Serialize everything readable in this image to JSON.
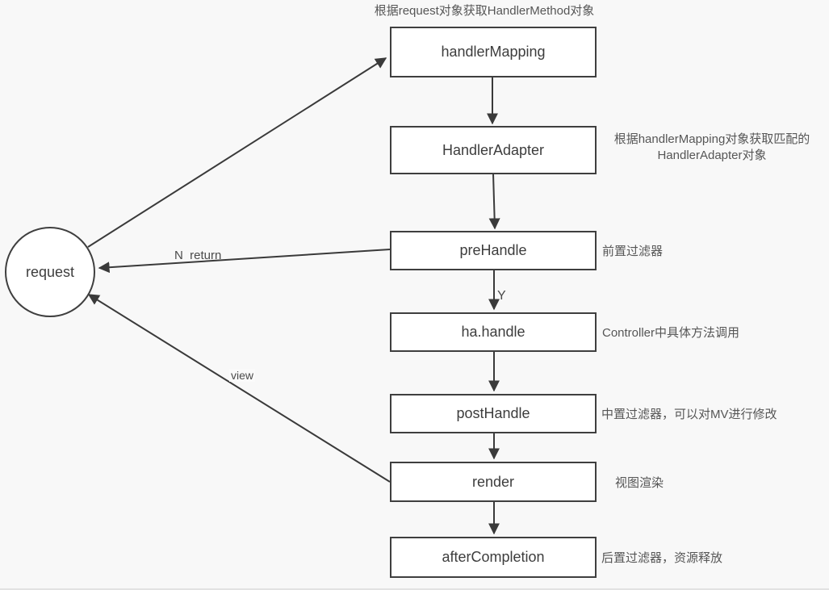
{
  "canvas": {
    "background": "#f8f8f8",
    "line_color": "#3a3a3a",
    "box_border_color": "#3f3f3f",
    "box_fill_color": "#ffffff",
    "box_text_color": "#3d3d3d",
    "annotation_text_color": "#565656"
  },
  "request_node": {
    "label": "request"
  },
  "nodes": [
    {
      "id": "handlerMapping",
      "label": "handlerMapping",
      "annotation": "根据request对象获取HandlerMethod对象"
    },
    {
      "id": "HandlerAdapter",
      "label": "HandlerAdapter",
      "annotation": "根据handlerMapping对象获取匹配的\nHandlerAdapter对象"
    },
    {
      "id": "preHandle",
      "label": "preHandle",
      "annotation": "前置过滤器"
    },
    {
      "id": "ha.handle",
      "label": "ha.handle",
      "annotation": "Controller中具体方法调用"
    },
    {
      "id": "postHandle",
      "label": "postHandle",
      "annotation": "中置过滤器，可以对MV进行修改"
    },
    {
      "id": "render",
      "label": "render",
      "annotation": "视图渲染"
    },
    {
      "id": "afterCompletion",
      "label": "afterCompletion",
      "annotation": "后置过滤器，资源释放"
    }
  ],
  "edge_labels": {
    "no_branch": "N  return",
    "yes_branch": "Y",
    "view": "view"
  }
}
